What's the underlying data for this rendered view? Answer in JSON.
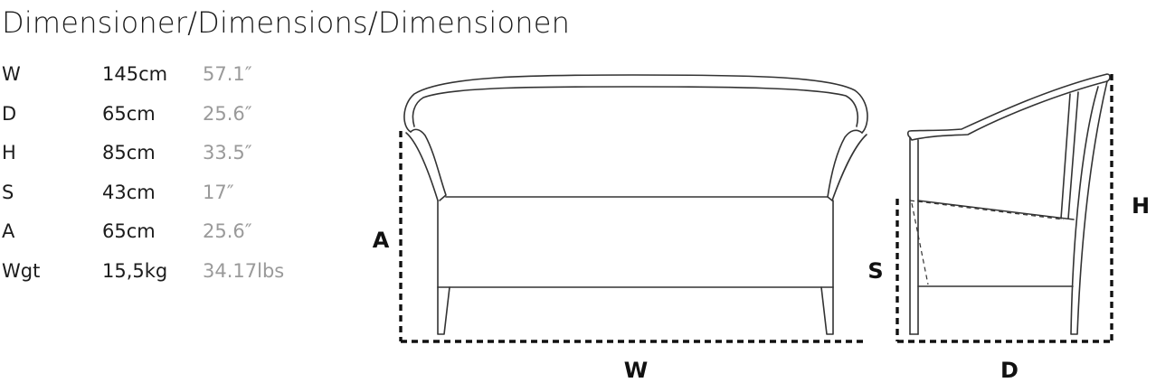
{
  "title": "Dimensioner/Dimensions/Dimensionen",
  "specs": [
    {
      "key": "W",
      "metric": "145cm",
      "imperial": "57.1″"
    },
    {
      "key": "D",
      "metric": "65cm",
      "imperial": "25.6″"
    },
    {
      "key": "H",
      "metric": "85cm",
      "imperial": "33.5″"
    },
    {
      "key": "S",
      "metric": "43cm",
      "imperial": "17″"
    },
    {
      "key": "A",
      "metric": "65cm",
      "imperial": "25.6″"
    },
    {
      "key": "Wgt",
      "metric": "15,5kg",
      "imperial": "34.17lbs"
    }
  ],
  "diagram_labels": {
    "w": "W",
    "a": "A",
    "s": "S",
    "d": "D",
    "h": "H"
  },
  "colors": {
    "text": "#1c1c1c",
    "imperial": "#9a9a9a",
    "line": "#333333",
    "dim": "#111111"
  }
}
